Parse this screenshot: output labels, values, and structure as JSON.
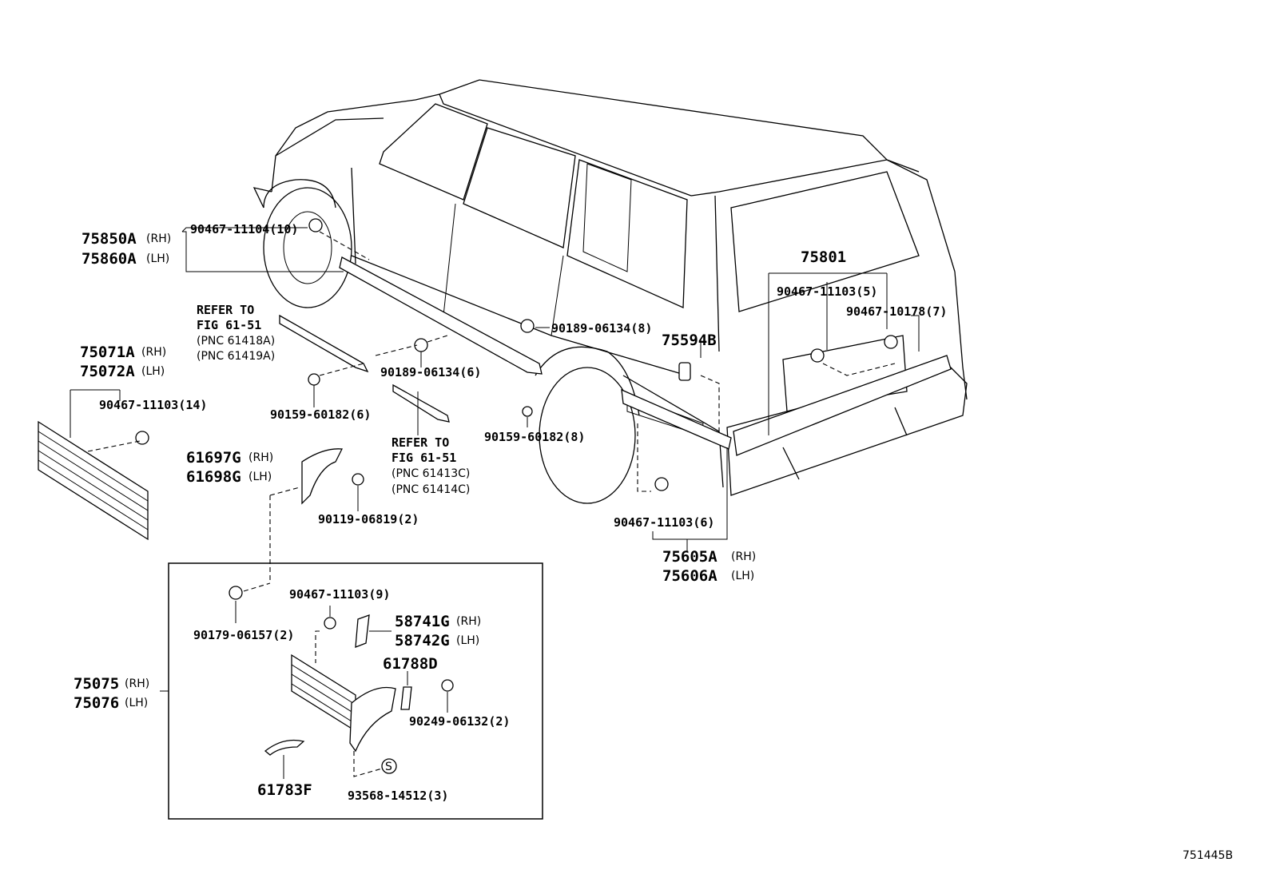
{
  "figure_code": "751445B",
  "labels": {
    "p75850A": "75850A",
    "p75860A": "75860A",
    "rh": "(RH)",
    "lh": "(LH)",
    "p90467_11104": "90467-11104(10)",
    "refer_to": "REFER TO",
    "fig_61_51": "FIG 61-51",
    "pnc_61418A": "(PNC 61418A)",
    "pnc_61419A": "(PNC 61419A)",
    "pnc_61413C": "(PNC 61413C)",
    "pnc_61414C": "(PNC 61414C)",
    "p75071A": "75071A",
    "p75072A": "75072A",
    "p90467_11103_14": "90467-11103(14)",
    "p90159_60182_6": "90159-60182(6)",
    "p90189_06134_6": "90189-06134(6)",
    "p90189_06134_8": "90189-06134(8)",
    "p90159_60182_8": "90159-60182(8)",
    "p61697G": "61697G",
    "p61698G": "61698G",
    "p90119_06819": "90119-06819(2)",
    "p75801": "75801",
    "p90467_11103_5": "90467-11103(5)",
    "p90467_10178": "90467-10178(7)",
    "p75594B": "75594B",
    "p90467_11103_6": "90467-11103(6)",
    "p75605A": "75605A",
    "p75606A": "75606A",
    "p90467_11103_9": "90467-11103(9)",
    "p90179_06157": "90179-06157(2)",
    "p58741G": "58741G",
    "p58742G": "58742G",
    "p61788D": "61788D",
    "p90249_06132": "90249-06132(2)",
    "p75075": "75075",
    "p75076": "75076",
    "p61783F": "61783F",
    "p93568_14512": "93568-14512(3)",
    "s_symbol": "S"
  }
}
